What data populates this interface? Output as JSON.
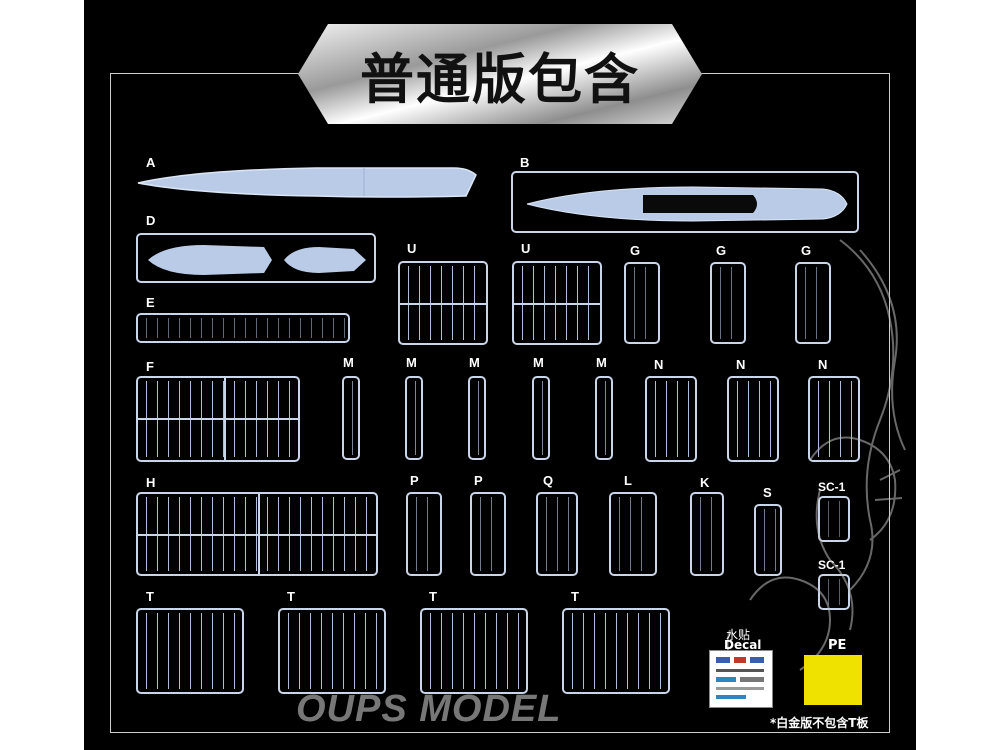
{
  "title": "普通版包含",
  "sprue_labels": {
    "A": "A",
    "B": "B",
    "D": "D",
    "E": "E",
    "F": "F",
    "H": "H",
    "U1": "U",
    "U2": "U",
    "G1": "G",
    "G2": "G",
    "G3": "G",
    "M1": "M",
    "M2": "M",
    "M3": "M",
    "M4": "M",
    "M5": "M",
    "N1": "N",
    "N2": "N",
    "N3": "N",
    "P1": "P",
    "P2": "P",
    "Q": "Q",
    "L": "L",
    "K": "K",
    "S": "S",
    "SC1a": "SC-1",
    "SC1b": "SC-1",
    "T1": "T",
    "T2": "T",
    "T3": "T",
    "T4": "T"
  },
  "decal": {
    "label_cn": "水贴",
    "label_en": "Decal"
  },
  "pe": {
    "label": "PE",
    "color": "#f0e200"
  },
  "footnote": "*白金版不包含T板",
  "watermark": "OUPS MODEL",
  "colors": {
    "background": "#000000",
    "part": "#c9d6ea",
    "frame": "#cfcfcf"
  }
}
